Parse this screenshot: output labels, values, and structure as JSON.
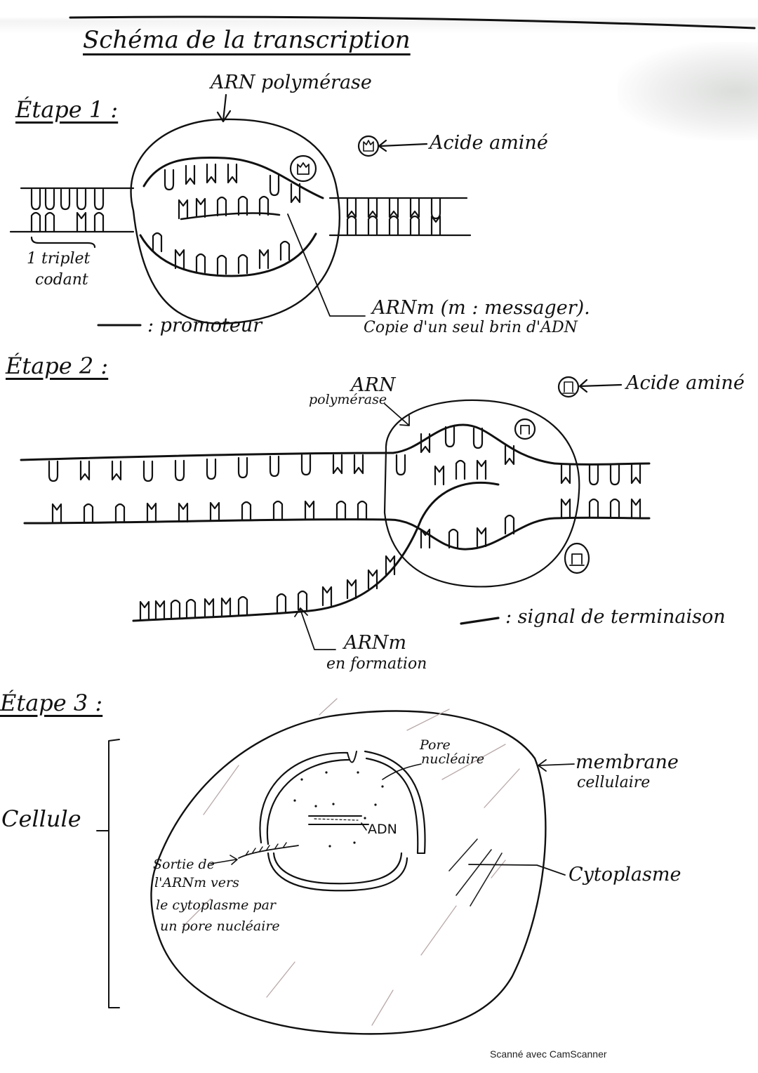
{
  "document": {
    "title": "Schéma de la transcription",
    "footer": "Scanné avec CamScanner"
  },
  "step1": {
    "heading": "Étape 1 :",
    "labels": {
      "polymerase": "ARN polymérase",
      "amino_acid": "Acide aminé",
      "triplet_line1": "1 triplet",
      "triplet_line2": "codant",
      "legend": ": promoteur",
      "mrna_line1": "ARNm (m : messager).",
      "mrna_line2": "Copie d'un seul brin d'ADN"
    }
  },
  "step2": {
    "heading": "Étape 2 :",
    "labels": {
      "polymerase_line1": "ARN",
      "polymerase_line2": "polymérase",
      "amino_acid": "Acide aminé",
      "legend": ": signal de terminaison",
      "mrna_line1": "ARNm",
      "mrna_line2": "en formation"
    }
  },
  "step3": {
    "heading": "Étape 3 :",
    "labels": {
      "cell": "Cellule",
      "nuclear_pore_line1": "Pore",
      "nuclear_pore_line2": "nucléaire",
      "dna": "ADN",
      "membrane_line1": "membrane",
      "membrane_line2": "cellulaire",
      "cytoplasm": "Cytoplasme",
      "exit_line1": "Sortie de",
      "exit_line2": "l'ARNm vers",
      "exit_line3": "le cytoplasme par",
      "exit_line4": "un pore nucléaire"
    }
  },
  "colors": {
    "ink": "#111111",
    "paper": "#ffffff",
    "pencil": "#b9a9a9"
  }
}
